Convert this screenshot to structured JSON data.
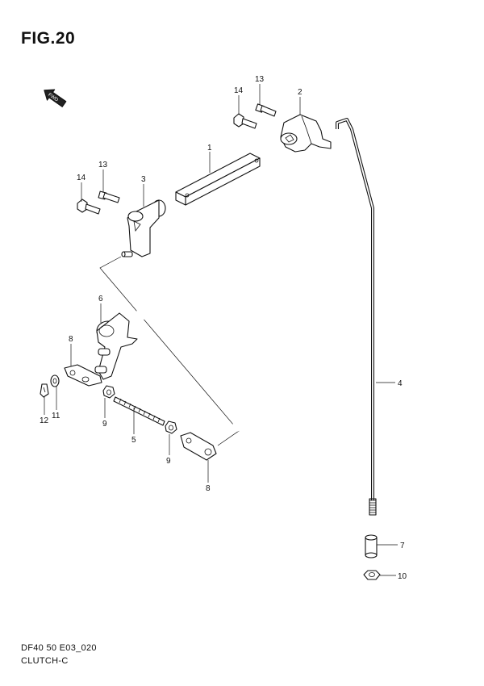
{
  "figure": {
    "title": "FIG.20"
  },
  "fwd_label": "FWD",
  "footer": {
    "code": "DF40 50 E03_020",
    "name": "CLUTCH-C"
  },
  "callouts": {
    "c1": "1",
    "c2": "2",
    "c3": "3",
    "c4": "4",
    "c5": "5",
    "c6": "6",
    "c7": "7",
    "c8a": "8",
    "c8b": "8",
    "c9a": "9",
    "c9b": "9",
    "c10": "10",
    "c11": "11",
    "c12": "12",
    "c13a": "13",
    "c13b": "13",
    "c14a": "14",
    "c14b": "14"
  }
}
